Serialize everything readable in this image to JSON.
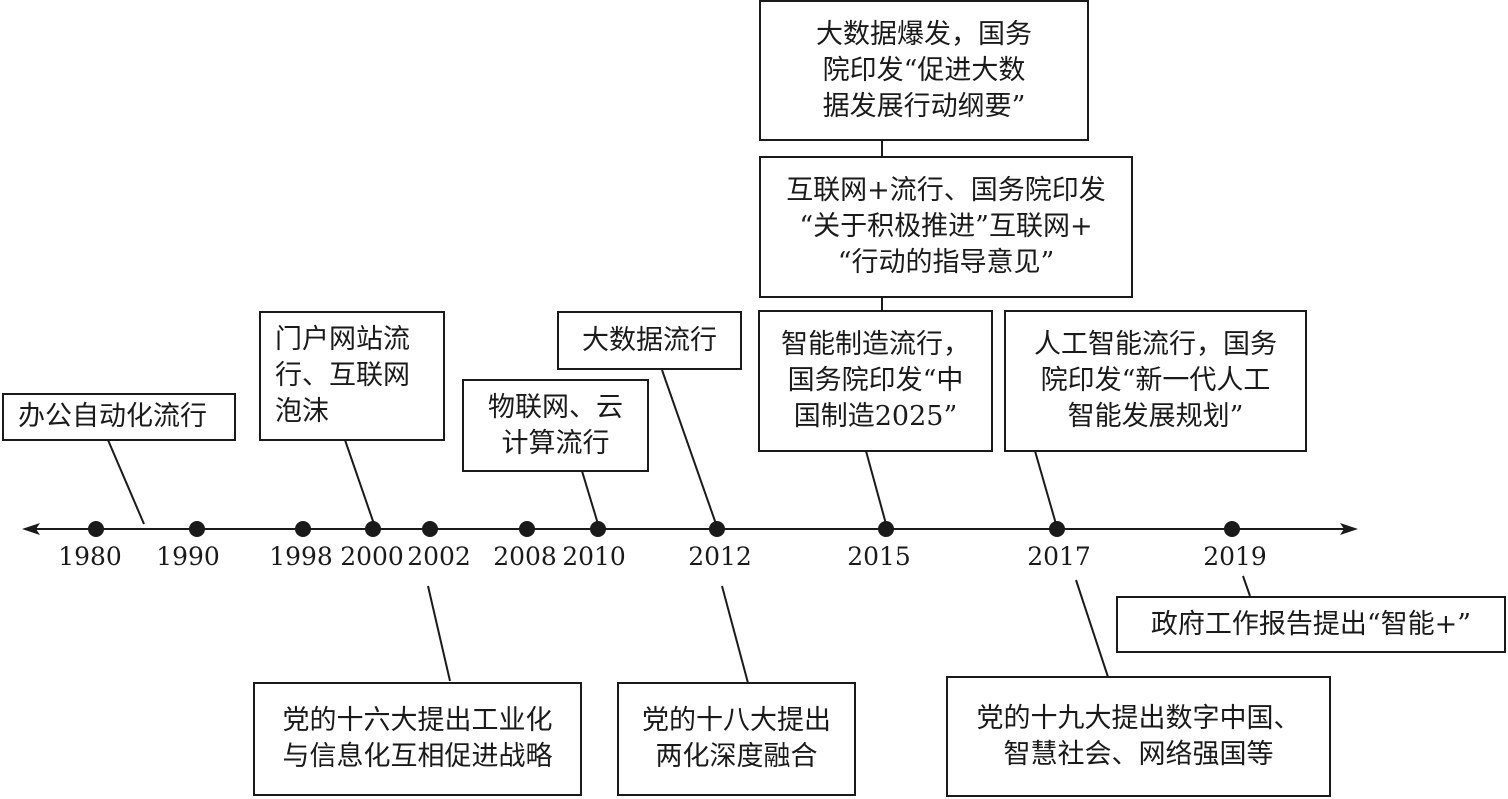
{
  "timeline": {
    "years": [
      "1980",
      "1990",
      "1998",
      "2000",
      "2002",
      "2008",
      "2010",
      "2012",
      "2015",
      "2017",
      "2019"
    ]
  },
  "events_above": [
    {
      "id": "office-automation",
      "lines": [
        "办公自动化流行"
      ]
    },
    {
      "id": "portal-sites",
      "lines": [
        "门户网站流",
        "行、互联网",
        "泡沫"
      ]
    },
    {
      "id": "iot-cloud",
      "lines": [
        "物联网、云",
        "计算流行"
      ]
    },
    {
      "id": "big-data-popular",
      "lines": [
        "大数据流行"
      ]
    },
    {
      "id": "smart-manufacturing",
      "lines": [
        "智能制造流行，",
        "国务院印发“中",
        "国制造2025”"
      ]
    },
    {
      "id": "internet-plus",
      "lines": [
        "互联网+流行、国务院印发",
        "“关于积极推进”互联网+",
        "“行动的指导意见”"
      ]
    },
    {
      "id": "big-data-outbreak",
      "lines": [
        "大数据爆发，国务",
        "院印发“促进大数",
        "据发展行动纲要”"
      ]
    },
    {
      "id": "ai-popular",
      "lines": [
        "人工智能流行，国务",
        "院印发“新一代人工",
        "智能发展规划”"
      ]
    }
  ],
  "events_below": [
    {
      "id": "16th-congress",
      "lines": [
        "党的十六大提出工业化",
        "与信息化互相促进战略"
      ]
    },
    {
      "id": "18th-congress",
      "lines": [
        "党的十八大提出",
        "两化深度融合"
      ]
    },
    {
      "id": "19th-congress",
      "lines": [
        "党的十九大提出数字中国、",
        "智慧社会、网络强国等"
      ]
    },
    {
      "id": "gov-report",
      "lines": [
        "政府工作报告提出“智能+”"
      ]
    }
  ]
}
